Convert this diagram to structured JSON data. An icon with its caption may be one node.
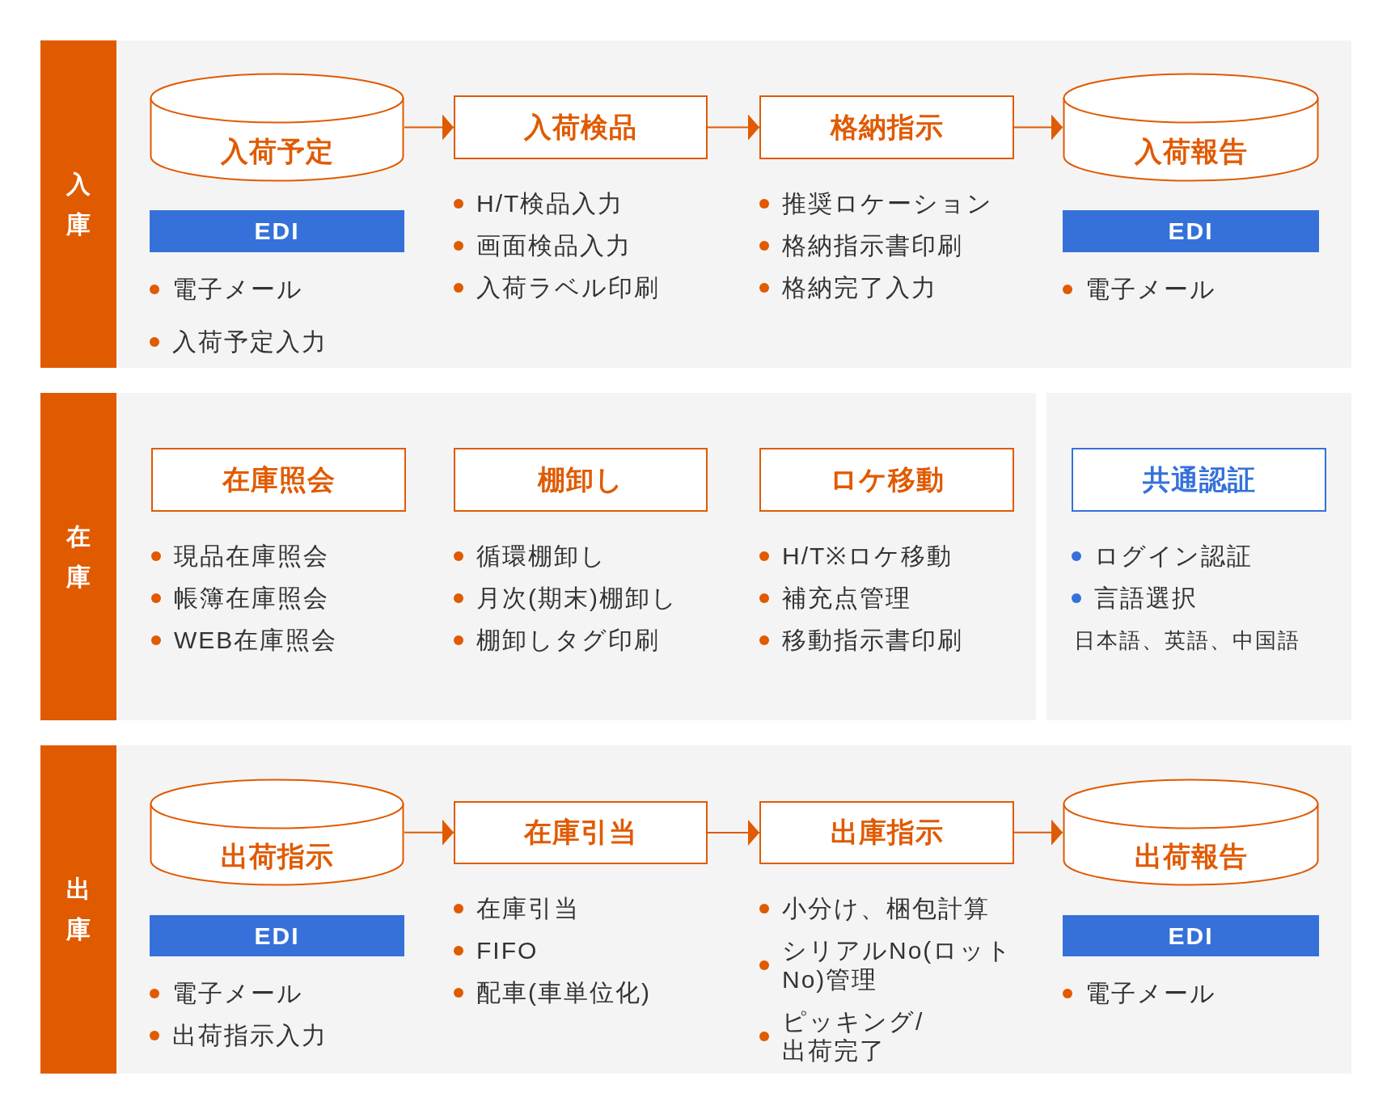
{
  "diagram": {
    "nodes": [
      {
        "text": [
          "入庫"
        ]
      },
      {
        "text": [
          "入荷予定"
        ],
        "in": 0
      },
      {
        "text": [
          "EDI"
        ],
        "in": 0,
        "beside": [
          "電子メール",
          "入荷予定入力"
        ]
      },
      {
        "text": [
          "入荷検品"
        ],
        "in": 0,
        "beside": [
          "H/T検品入力",
          "画面検品入力",
          "入荷ラベル印刷"
        ]
      },
      {
        "text": [
          "格納指示"
        ],
        "in": 0,
        "beside": [
          "推奨ロケーション",
          "格納指示書印刷",
          "格納完了入力"
        ]
      },
      {
        "text": [
          "入荷報告"
        ],
        "in": 0
      },
      {
        "text": [
          "EDI"
        ],
        "in": 0,
        "beside": [
          "電子メール"
        ]
      },
      {
        "text": [
          "在庫"
        ]
      },
      {
        "text": [
          "在庫照会"
        ],
        "in": 7,
        "beside": [
          "現品在庫照会",
          "帳簿在庫照会",
          "WEB在庫照会"
        ]
      },
      {
        "text": [
          "棚卸し"
        ],
        "in": 7,
        "beside": [
          "循環棚卸し",
          "月次(期末)棚卸し",
          "棚卸しタグ印刷"
        ]
      },
      {
        "text": [
          "ロケ移動"
        ],
        "in": 7,
        "beside": [
          "H/T※ロケ移動",
          "補充点管理",
          "移動指示書印刷"
        ]
      },
      {
        "text": [],
        "shape": "box"
      },
      {
        "text": [
          "共通認証"
        ],
        "in": 11,
        "beside": [
          "ログイン認証",
          "言語選択",
          "日本語、英語、中国語"
        ]
      },
      {
        "text": [
          "出庫"
        ]
      },
      {
        "text": [
          "出荷指示"
        ],
        "in": 13
      },
      {
        "text": [
          "EDI"
        ],
        "in": 13,
        "beside": [
          "電子メール",
          "出荷指示入力"
        ]
      },
      {
        "text": [
          "在庫引当"
        ],
        "in": 13,
        "beside": [
          "在庫引当",
          "FIFO",
          "配車(車単位化)"
        ]
      },
      {
        "text": [
          "出庫指示"
        ],
        "in": 13,
        "beside": [
          "小分け、梱包計算",
          "シリアルNo(ロットNo)管理",
          "ピッキング/出荷完了"
        ]
      },
      {
        "text": [
          "出荷報告"
        ],
        "in": 13
      },
      {
        "text": [
          "EDI"
        ],
        "in": 13,
        "beside": [
          "電子メール"
        ]
      }
    ],
    "edges": [
      {
        "from": 1,
        "to": 3,
        "arrow": "to"
      },
      {
        "from": 3,
        "to": 4,
        "arrow": "to"
      },
      {
        "from": 4,
        "to": 5,
        "arrow": "to"
      },
      {
        "from": 14,
        "to": 16,
        "arrow": "to"
      },
      {
        "from": 16,
        "to": 17,
        "arrow": "to"
      },
      {
        "from": 17,
        "to": 18,
        "arrow": "to"
      }
    ]
  }
}
